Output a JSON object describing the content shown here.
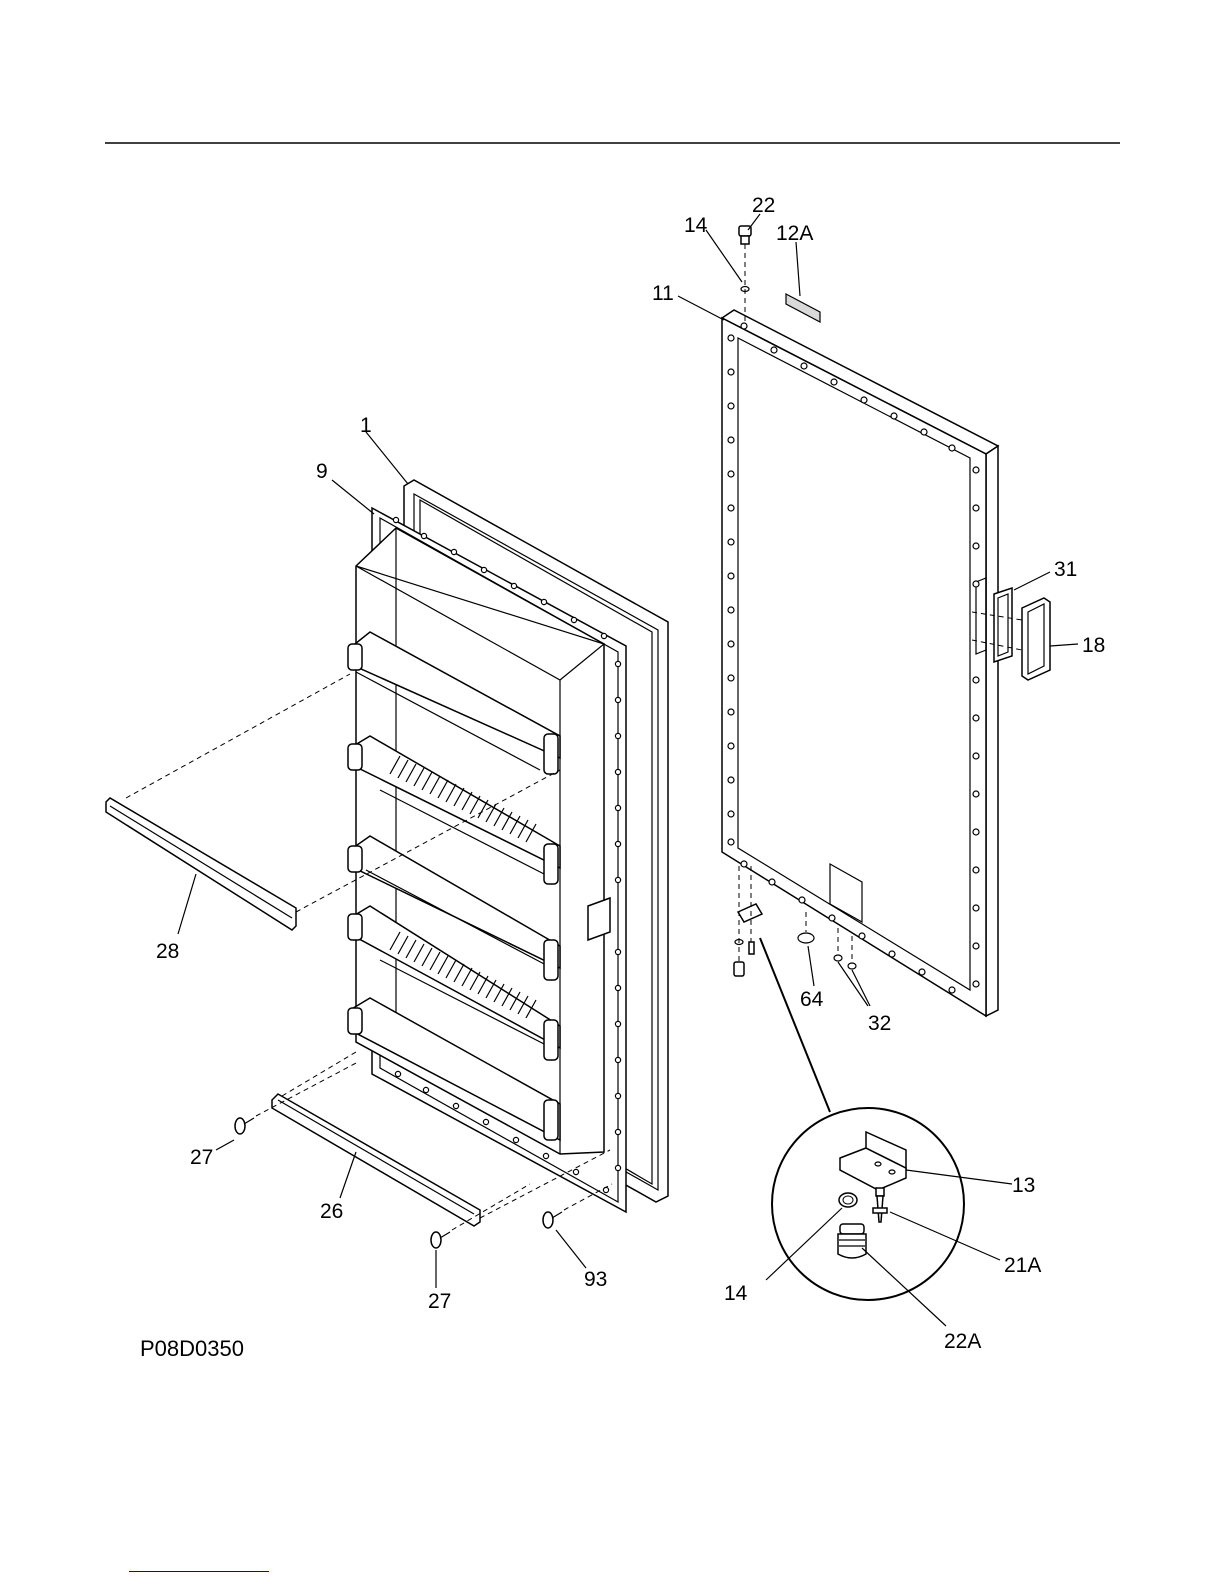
{
  "diagram_code": "P08D0350",
  "callouts": {
    "door_gasket": "1",
    "door_liner": "9",
    "outer_door_panel": "11",
    "label": "12A",
    "hinge_bracket": "13",
    "washer_top": "14",
    "washer_detail": "14",
    "handle": "18",
    "screw_detail": "21A",
    "hinge_pin_top": "22",
    "hinge_pin_detail": "22A",
    "lower_shelf_bar": "26",
    "screw_left": "27",
    "screw_bottom": "27",
    "upper_shelf_bar": "28",
    "handle_gasket": "31",
    "screws_pair": "32",
    "plug": "64",
    "fastener": "93"
  }
}
